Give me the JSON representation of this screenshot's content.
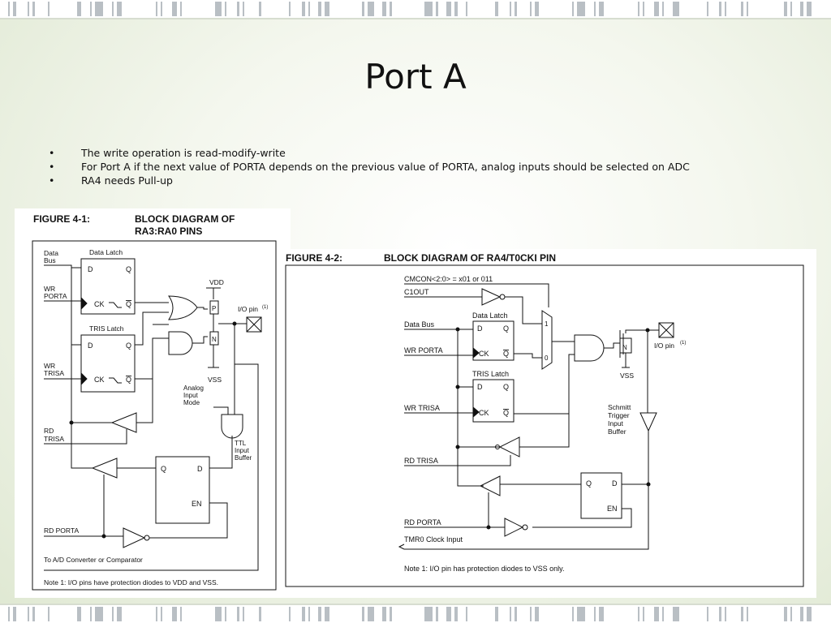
{
  "slide": {
    "title": "Port A",
    "bullets": [
      "The write operation is read-modify-write",
      "For Port A if the next value of PORTA depends on the previous value of PORTA, analog inputs should be selected on ADC",
      "RA4 needs Pull-up"
    ],
    "bullet_glyph": "•"
  },
  "fig1": {
    "number": "FIGURE 4-1:",
    "title_line1": "BLOCK DIAGRAM OF",
    "title_line2": "RA3:RA0 PINS",
    "data_bus": [
      "Data",
      "Bus"
    ],
    "wr_porta": [
      "WR",
      "PORTA"
    ],
    "wr_trisa": [
      "WR",
      "TRISA"
    ],
    "rd_trisa": [
      "RD",
      "TRISA"
    ],
    "rd_porta": "RD PORTA",
    "data_latch": "Data Latch",
    "tris_latch": "TRIS Latch",
    "d": "D",
    "q": "Q",
    "qbar": "Q",
    "ck": "CK",
    "en": "EN",
    "vdd": "VDD",
    "vss": "VSS",
    "p": "P",
    "n": "N",
    "io_pin": "I/O pin",
    "note_mark": "(1)",
    "analog_input_mode": [
      "Analog",
      "Input",
      "Mode"
    ],
    "ttl_buffer": [
      "TTL",
      "Input",
      "Buffer"
    ],
    "ad_converter": "To A/D Converter or Comparator",
    "note": "Note 1:  I/O pins have protection diodes to VDD and VSS."
  },
  "fig2": {
    "number": "FIGURE 4-2:",
    "title": "BLOCK DIAGRAM OF RA4/T0CKI PIN",
    "cmcon": "CMCON<2:0> = x01 or 011",
    "c1out": "C1OUT",
    "data_bus": "Data Bus",
    "wr_porta": "WR PORTA",
    "wr_trisa": "WR TRISA",
    "rd_trisa": "RD TRISA",
    "rd_porta": "RD PORTA",
    "tmr0": "TMR0 Clock Input",
    "data_latch": "Data Latch",
    "tris_latch": "TRIS Latch",
    "d": "D",
    "q": "Q",
    "qbar": "Q",
    "ck": "CK",
    "en": "EN",
    "mux_1": "1",
    "mux_0": "0",
    "n": "N",
    "vss": "VSS",
    "io_pin": "I/O pin",
    "note_mark": "(1)",
    "schmitt": [
      "Schmitt",
      "Trigger",
      "Input",
      "Buffer"
    ],
    "note": "Note 1:  I/O pin has protection diodes to VSS only."
  },
  "colors": {
    "strip_bar": "#b9bfc4",
    "ink": "#111111",
    "panel": "#ffffff"
  }
}
